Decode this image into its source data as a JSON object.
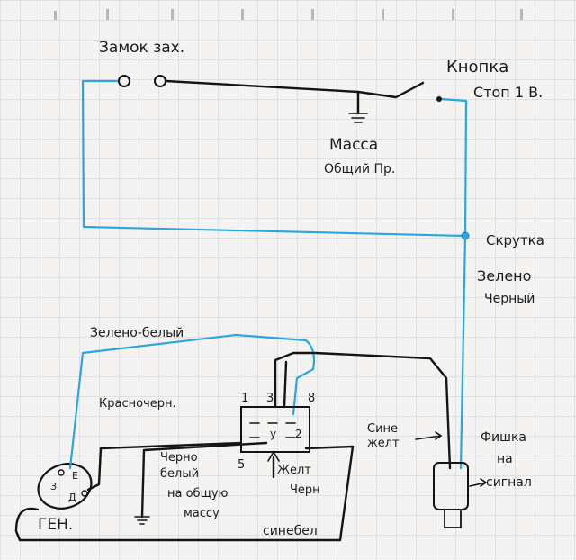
{
  "labels": {
    "ignition_lock": "Замок зах.",
    "button": "Кнопка",
    "button_sub": "Стоп 1 В.",
    "ground_common_1": "Масса",
    "ground_common_2": "Общий Пр.",
    "twist": "Скрутка",
    "green_black_1": "Зелено",
    "green_black_2": "Черный",
    "green_white": "Зелено-белый",
    "red_black": "Красночерн.",
    "black_white_1": "Черно",
    "black_white_2": "белый",
    "black_white_3": "на общую",
    "black_white_4": "массу",
    "yellow_black_1": "Желт",
    "yellow_black_2": "Черн",
    "blue_yellow_1": "Сине",
    "blue_yellow_2": "желт",
    "connector_1": "Фишка",
    "connector_2": "на",
    "connector_3": "сигнал",
    "generator": "ГЕН.",
    "blue_white": "синебел",
    "pin_1": "1",
    "pin_3": "3",
    "pin_8": "8",
    "pin_5": "5",
    "pin_y": "у",
    "pin_2": "2",
    "gen_pin_e": "E",
    "gen_pin_3": "З",
    "gen_pin_d": "Д"
  },
  "colors": {
    "paper": "#f4f3f1",
    "grid": "#c9cdd6",
    "wire_blue": "#2aa6e0",
    "ink": "#141414"
  }
}
